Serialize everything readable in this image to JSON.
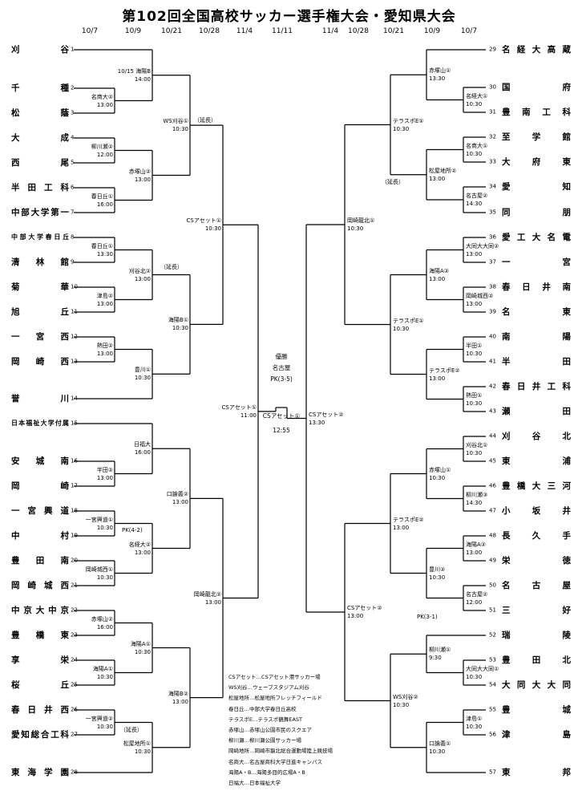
{
  "title": "第102回全国高校サッカー選手権大会・愛知県大会",
  "dates_left": [
    "10/7",
    "10/9",
    "10/21",
    "10/28",
    "11/4"
  ],
  "date_center": "11/11",
  "dates_right": [
    "11/4",
    "10/28",
    "10/21",
    "10/9",
    "10/7"
  ],
  "left_teams": [
    "刈谷",
    "千種",
    "松蔭",
    "大成",
    "西尾",
    "半田工科",
    "中部大学第一",
    "中部大学春日丘",
    "清林館",
    "菊華",
    "旭丘",
    "一宮西",
    "岡崎西",
    "誉川",
    "日本福祉大学付属",
    "安城南",
    "岡崎",
    "一宮興道",
    "中村",
    "豊田南",
    "岡崎城西",
    "中京大中京",
    "豊橋東",
    "享栄",
    "桜丘",
    "春日井西",
    "愛知総合工科",
    "東海学園"
  ],
  "right_teams": [
    "名経大高蔵",
    "国府",
    "豊南工科",
    "至学館",
    "大府東",
    "愛知",
    "同朋",
    "愛工大名電",
    "一宮",
    "春日井南",
    "名東",
    "南陽",
    "半田",
    "春日井工科",
    "瀬田",
    "刈谷北",
    "東浦",
    "豊橋大三河",
    "小坂井",
    "長久手",
    "栄徳",
    "名古屋",
    "三好",
    "瑞陵",
    "豊田北",
    "大同大大同",
    "豊城",
    "津島",
    "東邦"
  ],
  "final": {
    "label": "優勝",
    "winner": "名古屋",
    "pk": "PK(3-5)",
    "venue": "CSアセット①",
    "time": "12:55"
  },
  "legend": [
    "CSアセット…CSアセット港サッカー場",
    "WS刈谷…ウェーブスタジアム刈谷",
    "松屋地所…松屋地所フレッチフィールド",
    "春日丘…中部大学春日丘高校",
    "テラスポE…テラスポ鶴舞EAST",
    "赤塚山…赤塚山公園市民のスクエア",
    "柳川瀬…柳川瀬公園サッカー場",
    "岡崎地所…岡崎市龍北総合運動場陸上競技場",
    "名商大…名古屋商科大学日進キャンパス",
    "海陽A・B…海陽多目的広場A・B",
    "日福大…日本福祉大学"
  ],
  "matches_left": [
    {
      "v": "名商大②",
      "t": "13:00"
    },
    {
      "v": "柳川瀬②",
      "t": "12:00"
    },
    {
      "v": "春日丘①",
      "t": "16:00"
    },
    {
      "v": "春日丘①",
      "t": "13:30"
    },
    {
      "v": "津島②",
      "t": "13:00"
    },
    {
      "v": "熱田②",
      "t": "13:00"
    },
    {
      "v": "半田②",
      "t": "13:00"
    },
    {
      "v": "一宮興道①",
      "t": "10:30"
    },
    {
      "v": "岡崎城西①",
      "t": "10:30"
    },
    {
      "v": "赤塚山②",
      "t": "16:00"
    },
    {
      "v": "海陽A①",
      "t": "10:30"
    },
    {
      "v": "一宮興道②",
      "t": "10:30"
    },
    {
      "v": "10/15 海陽B",
      "t": "14:00"
    },
    {
      "v": "赤塚山②",
      "t": "13:00"
    },
    {
      "v": "刈谷北②",
      "t": "13:00"
    },
    {
      "v": "豊川①",
      "t": "10:30"
    },
    {
      "v": "日福大",
      "t": "16:00"
    },
    {
      "v": "名経大②",
      "t": "13:00"
    },
    {
      "v": "海陽A①",
      "t": "10:30"
    },
    {
      "v": "松屋地所①",
      "t": "10:30"
    },
    {
      "v": "WS刈谷①",
      "t": "10:30"
    },
    {
      "v": "海陽B①",
      "t": "10:30"
    },
    {
      "v": "口論義②",
      "t": "13:00"
    },
    {
      "v": "海陽B②",
      "t": "13:00"
    },
    {
      "v": "CSアセット①",
      "t": "10:30"
    },
    {
      "v": "岡崎龍北②",
      "t": "13:00"
    },
    {
      "v": "CSアセット①",
      "t": "11:00"
    }
  ],
  "matches_right": [
    {
      "v": "名経大①",
      "t": "10:30"
    },
    {
      "v": "赤塚山①",
      "t": "13:30"
    },
    {
      "v": "名商大①",
      "t": "10:30"
    },
    {
      "v": "名古屋②",
      "t": "14:30"
    },
    {
      "v": "大同大大同②",
      "t": "13:00"
    },
    {
      "v": "岡崎城西②",
      "t": "13:00"
    },
    {
      "v": "半田①",
      "t": "10:30"
    },
    {
      "v": "熱田①",
      "t": "10:30"
    },
    {
      "v": "刈谷北①",
      "t": "10:30"
    },
    {
      "v": "柳川瀬③",
      "t": "14:30"
    },
    {
      "v": "海陽A②",
      "t": "13:00"
    },
    {
      "v": "名古屋②",
      "t": "12:00"
    },
    {
      "v": "柳川瀬①",
      "t": "9:30"
    },
    {
      "v": "大同大大同①",
      "t": "10:30"
    },
    {
      "v": "津島①",
      "t": "10:30"
    },
    {
      "v": "松屋地所②",
      "t": "13:00"
    },
    {
      "v": "海陽A②",
      "t": "13:00"
    },
    {
      "v": "テラスポE②",
      "t": "13:00"
    },
    {
      "v": "赤塚山①",
      "t": "10:30"
    },
    {
      "v": "豊川②",
      "t": "10:30"
    },
    {
      "v": "テラスポE①",
      "t": "10:30"
    },
    {
      "v": "口論義①",
      "t": "10:30"
    },
    {
      "v": "テラスポE①",
      "t": "10:30"
    },
    {
      "v": "テラスポE②",
      "t": "13:00"
    },
    {
      "v": "WS刈谷②",
      "t": "10:30"
    },
    {
      "v": "岡崎龍北①",
      "t": "10:30"
    },
    {
      "v": "CSアセット②",
      "t": "13:00"
    },
    {
      "v": "CSアセット②",
      "t": "13:30"
    }
  ],
  "notes": {
    "extra_time": "（延長）",
    "pk_left": "PK(4-2)",
    "pk_right": "PK(3-1)"
  }
}
